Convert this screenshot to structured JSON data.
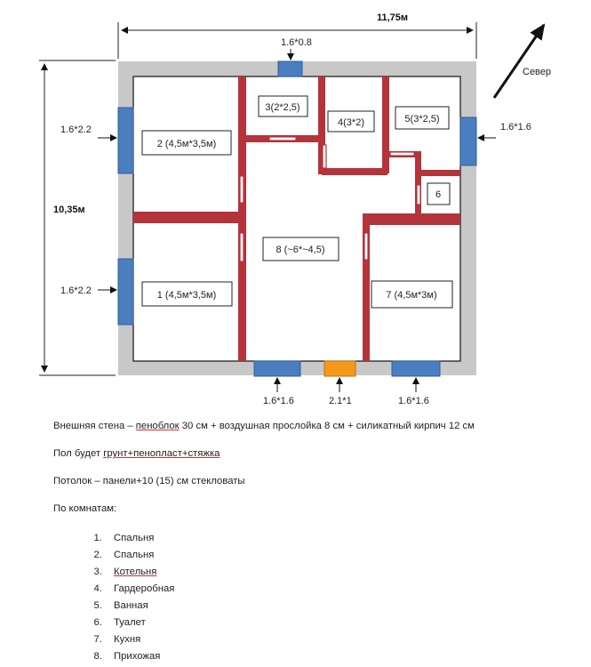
{
  "dimensions": {
    "width": "11,75м",
    "height": "10,35м"
  },
  "north": "Север",
  "windows": {
    "top": "1.6*0.8",
    "left_top": "1.6*2.2",
    "left_bottom": "1.6*2.2",
    "right": "1.6*1.6",
    "bottom_left": "1.6*1.6",
    "door": "2.1*1",
    "bottom_right": "1.6*1.6"
  },
  "rooms": {
    "r1": "1 (4,5м*3,5м)",
    "r2": "2 (4,5м*3,5м)",
    "r3": "3(2*2,5)",
    "r4": "4(3*2)",
    "r5": "5(3*2,5)",
    "r6": "6",
    "r7": "7 (4,5м*3м)",
    "r8": "8 (~6*~4,5)"
  },
  "notes": {
    "wall_prefix": "Внешняя стена – ",
    "wall_u": "пеноблок",
    "wall_suffix": " 30 см + воздушная прослойка 8 см + силикатный кирпич 12 см",
    "floor_prefix": "Пол будет ",
    "floor_u": "грунт+пенопласт+стяжка",
    "ceiling": "Потолок – панели+10 (15) см стекловаты",
    "rooms_heading": "По комнатам:"
  },
  "room_list": [
    "Спальня",
    "Спальня",
    "Котельня",
    "Гардеробная",
    "Ванная",
    "Туалет",
    "Кухня",
    "Прихожая"
  ],
  "colors": {
    "wall": "#b5333a",
    "window": "#4a7ec0",
    "door": "#f39a1a",
    "outer": "#c8c8c8"
  }
}
